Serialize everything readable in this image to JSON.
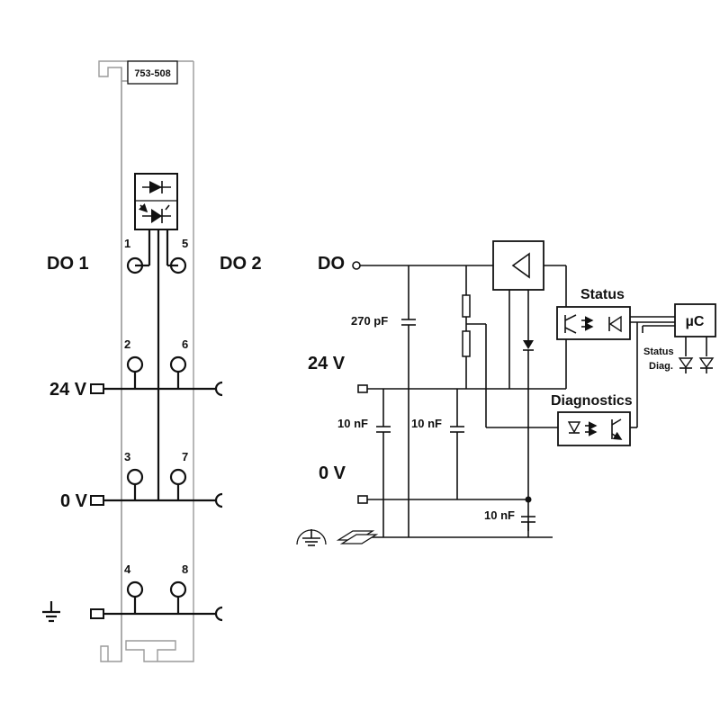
{
  "module": {
    "part_number": "753-508",
    "left_label": "DO 1",
    "right_label": "DO 2",
    "terminals": [
      "1",
      "5",
      "2",
      "6",
      "3",
      "7",
      "4",
      "8"
    ],
    "supply_plus": "24 V",
    "supply_minus": "0 V"
  },
  "schematic": {
    "do_label": "DO",
    "supply_plus": "24 V",
    "supply_minus": "0 V",
    "c_do": "270 pF",
    "c1": "10 nF",
    "c2": "10 nF",
    "c3": "10 nF",
    "status_label": "Status",
    "diagnostics_label": "Diagnostics",
    "mcu_label": "µC",
    "led_status": "Status",
    "led_diag": "Diag."
  },
  "icons": [
    "diode-icon",
    "optocoupler-icon",
    "ground-icon",
    "shield-ground-icon",
    "din-rail-icon",
    "led-icon",
    "amplifier-icon"
  ]
}
